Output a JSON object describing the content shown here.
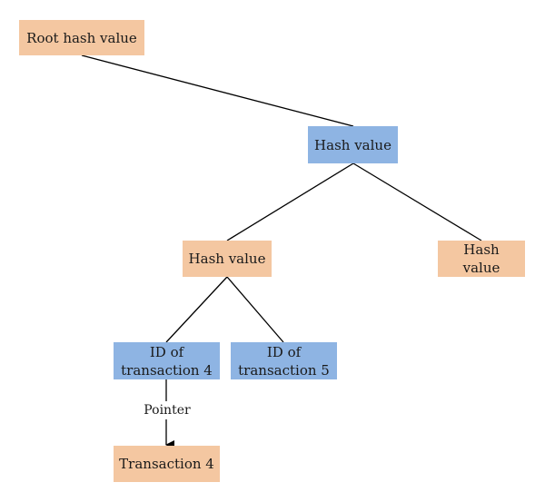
{
  "nodes": {
    "root": "Root hash value",
    "hash_level1": "Hash value",
    "hash_left": "Hash value",
    "hash_right": "Hash value",
    "tx4_id": "ID of transaction 4",
    "tx5_id": "ID of transaction 5",
    "tx4": "Transaction 4"
  },
  "edges": {
    "pointer_label": "Pointer"
  },
  "colors": {
    "hash_node": "#f4c7a1",
    "id_node": "#8eb4e3",
    "line": "#000000"
  }
}
